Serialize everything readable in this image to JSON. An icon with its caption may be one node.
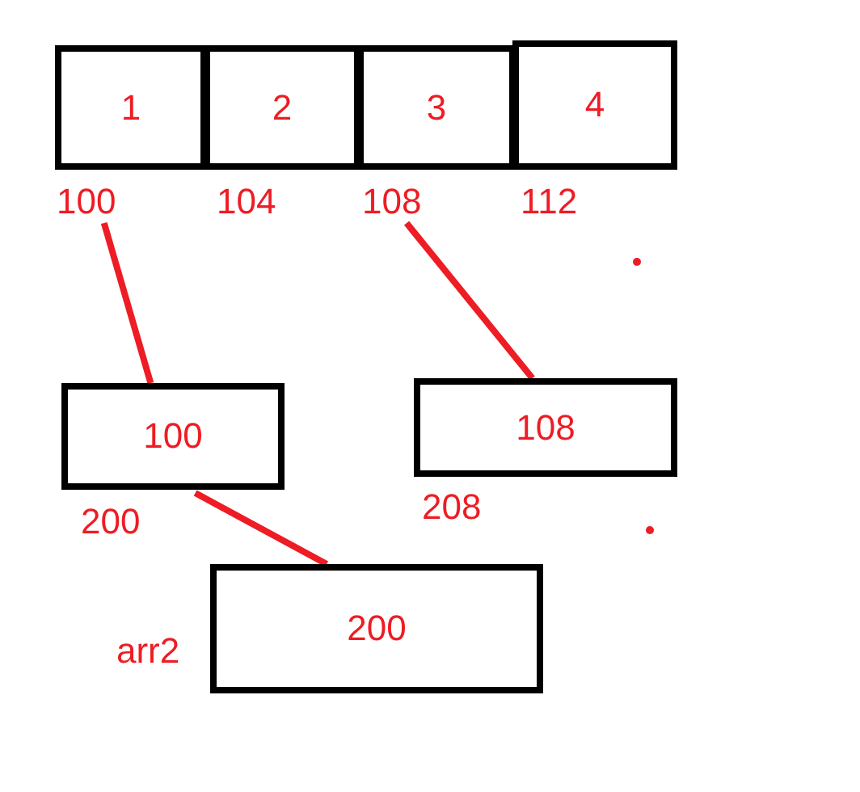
{
  "diagram": {
    "nodes": [
      {
        "text": [
          "1"
        ]
      },
      {
        "text": [
          "2"
        ]
      },
      {
        "text": [
          "3"
        ]
      },
      {
        "text": [
          "4"
        ]
      },
      {
        "text": [
          "100"
        ]
      },
      {
        "text": [
          "108"
        ]
      },
      {
        "text": [
          "100"
        ],
        "beside": [
          "200"
        ]
      },
      {
        "text": [
          "108"
        ],
        "beside": [
          "208"
        ]
      },
      {
        "text": [
          "200"
        ],
        "beside": [
          "arr2"
        ]
      }
    ],
    "edges": [
      {
        "from": 4,
        "to": 6,
        "arrow": "none"
      },
      {
        "from": 5,
        "to": 7,
        "arrow": "none"
      },
      {
        "from": 6,
        "to": 8,
        "arrow": "none"
      }
    ],
    "labels": [
      "104",
      "112"
    ]
  }
}
